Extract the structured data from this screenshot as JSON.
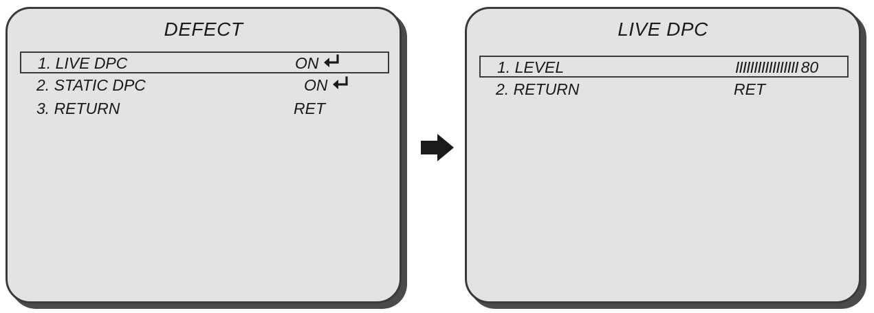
{
  "left_menu": {
    "title": "DEFECT",
    "items": [
      {
        "label": "1. LIVE DPC",
        "value": "ON",
        "icon": "enter-icon",
        "selected": true
      },
      {
        "label": "2. STATIC DPC",
        "value": "ON",
        "icon": "enter-icon",
        "selected": false
      },
      {
        "label": "3. RETURN",
        "value": "RET",
        "selected": false
      }
    ]
  },
  "right_menu": {
    "title": "LIVE DPC",
    "items": [
      {
        "label": "1. LEVEL",
        "bar": "IIIIIIIIIIIIIIIII",
        "value": "80",
        "selected": true
      },
      {
        "label": "2. RETURN",
        "value": "RET",
        "selected": false
      }
    ]
  },
  "flow_icon": "right-arrow-icon",
  "colors": {
    "screen_bg": "#e3e3e3",
    "frame": "#3a3a3a",
    "shadow": "#4a4a4a",
    "text": "#1a1a1a"
  }
}
